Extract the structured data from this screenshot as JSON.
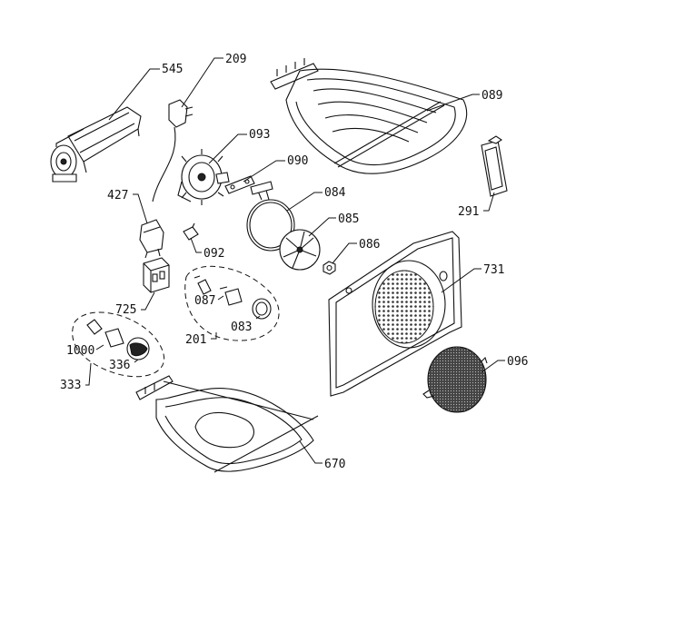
{
  "diagram": {
    "labels": {
      "p545": "545",
      "p209": "209",
      "p089": "089",
      "p093": "093",
      "p090": "090",
      "p427": "427",
      "p084": "084",
      "p291": "291",
      "p085": "085",
      "p092": "092",
      "p086": "086",
      "p731": "731",
      "p725": "725",
      "p087": "087",
      "p083": "083",
      "p201": "201",
      "p1000": "1000",
      "p336": "336",
      "p333": "333",
      "p096": "096",
      "p670": "670"
    }
  }
}
